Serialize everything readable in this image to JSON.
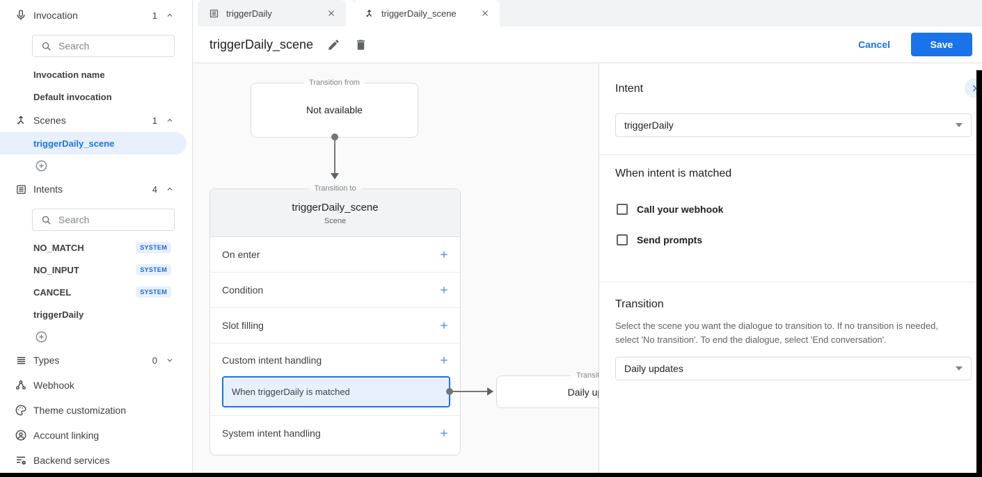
{
  "colors": {
    "accent": "#1a73e8",
    "selection_bg": "#e8f0fe",
    "badge_text": "#1967d2"
  },
  "sidebar": {
    "invocation": {
      "label": "Invocation",
      "count": "1",
      "search_placeholder": "Search",
      "items": [
        "Invocation name",
        "Default invocation"
      ]
    },
    "scenes": {
      "label": "Scenes",
      "count": "1",
      "selected_item": "triggerDaily_scene"
    },
    "intents": {
      "label": "Intents",
      "count": "4",
      "search_placeholder": "Search",
      "items": [
        {
          "label": "NO_MATCH",
          "badge": "SYSTEM"
        },
        {
          "label": "NO_INPUT",
          "badge": "SYSTEM"
        },
        {
          "label": "CANCEL",
          "badge": "SYSTEM"
        },
        {
          "label": "triggerDaily",
          "badge": ""
        }
      ]
    },
    "types": {
      "label": "Types",
      "count": "0"
    },
    "links": [
      "Webhook",
      "Theme customization",
      "Account linking",
      "Backend services"
    ]
  },
  "tabs": [
    {
      "label": "triggerDaily",
      "icon": "intent-icon",
      "active": false
    },
    {
      "label": "triggerDaily_scene",
      "icon": "scene-icon",
      "active": true
    }
  ],
  "header": {
    "title": "triggerDaily_scene",
    "cancel_label": "Cancel",
    "save_label": "Save"
  },
  "canvas": {
    "transition_from": {
      "legend": "Transition from",
      "content": "Not available"
    },
    "scene_card": {
      "legend": "Transition to",
      "title": "triggerDaily_scene",
      "subtitle": "Scene",
      "rows": [
        "On enter",
        "Condition",
        "Slot filling",
        "Custom intent handling",
        "System intent handling"
      ],
      "selected_handler": "When triggerDaily is matched"
    },
    "target_card": {
      "legend": "Transition to",
      "content": "Daily updates"
    }
  },
  "panel": {
    "intent_heading": "Intent",
    "intent_value": "triggerDaily",
    "matched_heading": "When intent is matched",
    "checkboxes": [
      {
        "label": "Call your webhook",
        "checked": false
      },
      {
        "label": "Send prompts",
        "checked": false
      }
    ],
    "transition_heading": "Transition",
    "transition_description": "Select the scene you want the dialogue to transition to. If no transition is needed, select 'No transition'. To end the dialogue, select 'End conversation'.",
    "transition_value": "Daily updates"
  }
}
